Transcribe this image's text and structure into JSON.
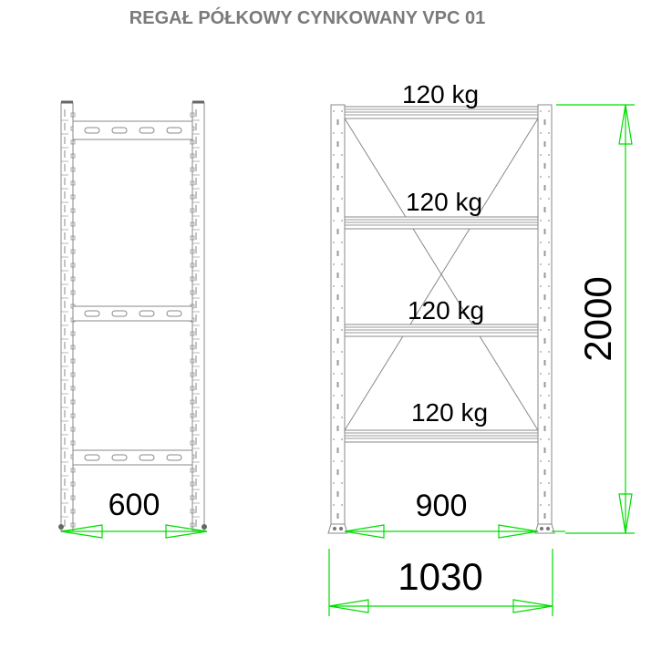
{
  "title": "REGAŁ PÓŁKOWY CYNKOWANY VPC 01",
  "side_view": {
    "depth_label": "600"
  },
  "front_view": {
    "shelf_loads": [
      "120 kg",
      "120 kg",
      "120 kg",
      "120 kg"
    ],
    "inner_width_label": "900",
    "outer_width_label": "1030",
    "height_label": "2000"
  },
  "colors": {
    "dimension": "#00dd00",
    "frame": "#888888",
    "title": "#7a7a7a"
  }
}
